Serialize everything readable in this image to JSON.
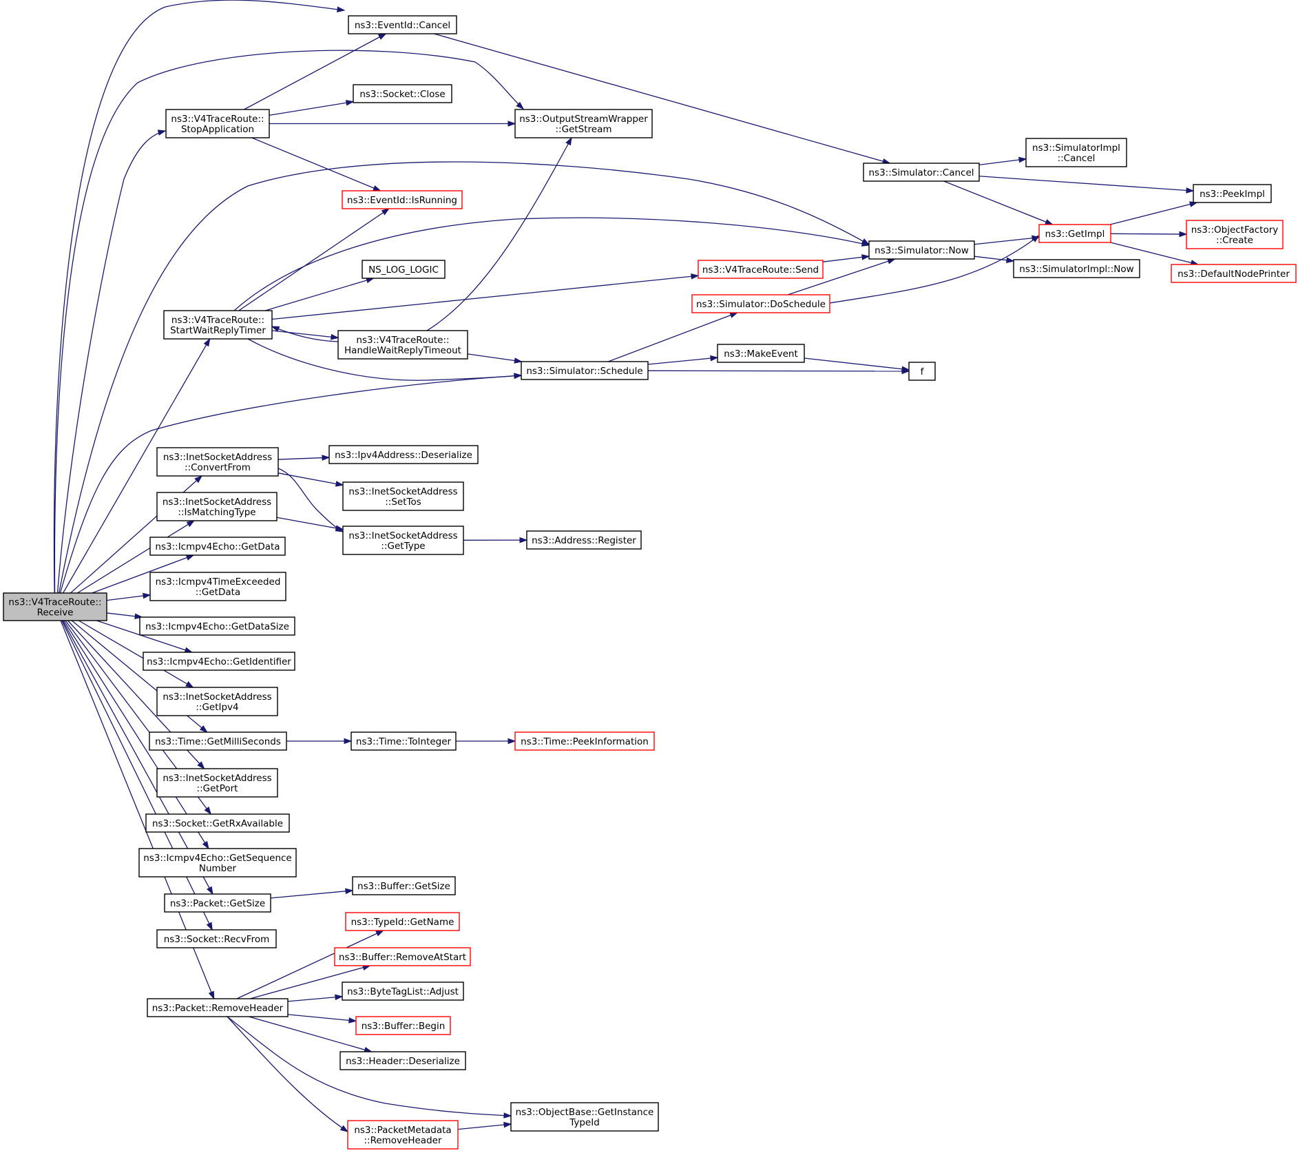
{
  "graph": {
    "edge_color": "#191970",
    "root_fill": "#bfbfbf",
    "truncated_border_color": "#ff0000",
    "nodes": [
      {
        "id": "receive",
        "lines": [
          "ns3::V4TraceRoute::",
          "Receive"
        ],
        "style": "root"
      },
      {
        "id": "eventid_cancel",
        "lines": [
          "ns3::EventId::Cancel"
        ],
        "style": "normal"
      },
      {
        "id": "stop_app",
        "lines": [
          "ns3::V4TraceRoute::",
          "StopApplication"
        ],
        "style": "normal"
      },
      {
        "id": "socket_close",
        "lines": [
          "ns3::Socket::Close"
        ],
        "style": "normal"
      },
      {
        "id": "getstream",
        "lines": [
          "ns3::OutputStreamWrapper",
          "::GetStream"
        ],
        "style": "normal"
      },
      {
        "id": "isrunning",
        "lines": [
          "ns3::EventId::IsRunning"
        ],
        "style": "red"
      },
      {
        "id": "sim_cancel",
        "lines": [
          "ns3::Simulator::Cancel"
        ],
        "style": "normal"
      },
      {
        "id": "simimpl_cancel",
        "lines": [
          "ns3::SimulatorImpl",
          "::Cancel"
        ],
        "style": "normal"
      },
      {
        "id": "peekimpl",
        "lines": [
          "ns3::PeekImpl"
        ],
        "style": "normal"
      },
      {
        "id": "getimpl",
        "lines": [
          "ns3::GetImpl"
        ],
        "style": "red"
      },
      {
        "id": "objfactory_create",
        "lines": [
          "ns3::ObjectFactory",
          "::Create"
        ],
        "style": "red"
      },
      {
        "id": "defaultnodeprinter",
        "lines": [
          "ns3::DefaultNodePrinter"
        ],
        "style": "red"
      },
      {
        "id": "sim_now",
        "lines": [
          "ns3::Simulator::Now"
        ],
        "style": "normal"
      },
      {
        "id": "simimpl_now",
        "lines": [
          "ns3::SimulatorImpl::Now"
        ],
        "style": "normal"
      },
      {
        "id": "ns_log_logic",
        "lines": [
          "NS_LOG_LOGIC"
        ],
        "style": "normal"
      },
      {
        "id": "tr_send",
        "lines": [
          "ns3::V4TraceRoute::Send"
        ],
        "style": "red"
      },
      {
        "id": "sim_doschedule",
        "lines": [
          "ns3::Simulator::DoSchedule"
        ],
        "style": "red"
      },
      {
        "id": "start_wait",
        "lines": [
          "ns3::V4TraceRoute::",
          "StartWaitReplyTimer"
        ],
        "style": "normal"
      },
      {
        "id": "handle_wait",
        "lines": [
          "ns3::V4TraceRoute::",
          "HandleWaitReplyTimeout"
        ],
        "style": "normal"
      },
      {
        "id": "makeevent",
        "lines": [
          "ns3::MakeEvent"
        ],
        "style": "normal"
      },
      {
        "id": "sim_schedule",
        "lines": [
          "ns3::Simulator::Schedule"
        ],
        "style": "normal"
      },
      {
        "id": "f",
        "lines": [
          "f"
        ],
        "style": "normal"
      },
      {
        "id": "convertfrom",
        "lines": [
          "ns3::InetSocketAddress",
          "::ConvertFrom"
        ],
        "style": "normal"
      },
      {
        "id": "ipv4_deserialize",
        "lines": [
          "ns3::Ipv4Address::Deserialize"
        ],
        "style": "normal"
      },
      {
        "id": "settos",
        "lines": [
          "ns3::InetSocketAddress",
          "::SetTos"
        ],
        "style": "normal"
      },
      {
        "id": "ismatchingtype",
        "lines": [
          "ns3::InetSocketAddress",
          "::IsMatchingType"
        ],
        "style": "normal"
      },
      {
        "id": "gettype",
        "lines": [
          "ns3::InetSocketAddress",
          "::GetType"
        ],
        "style": "normal"
      },
      {
        "id": "addr_register",
        "lines": [
          "ns3::Address::Register"
        ],
        "style": "normal"
      },
      {
        "id": "echo_getdata",
        "lines": [
          "ns3::Icmpv4Echo::GetData"
        ],
        "style": "normal"
      },
      {
        "id": "timeexceeded_getdata",
        "lines": [
          "ns3::Icmpv4TimeExceeded",
          "::GetData"
        ],
        "style": "normal"
      },
      {
        "id": "echo_getdatasize",
        "lines": [
          "ns3::Icmpv4Echo::GetDataSize"
        ],
        "style": "normal"
      },
      {
        "id": "echo_getidentifier",
        "lines": [
          "ns3::Icmpv4Echo::GetIdentifier"
        ],
        "style": "normal"
      },
      {
        "id": "getipv4",
        "lines": [
          "ns3::InetSocketAddress",
          "::GetIpv4"
        ],
        "style": "normal"
      },
      {
        "id": "getmilliseconds",
        "lines": [
          "ns3::Time::GetMilliSeconds"
        ],
        "style": "normal"
      },
      {
        "id": "tointeger",
        "lines": [
          "ns3::Time::ToInteger"
        ],
        "style": "normal"
      },
      {
        "id": "peekinformation",
        "lines": [
          "ns3::Time::PeekInformation"
        ],
        "style": "red"
      },
      {
        "id": "getport",
        "lines": [
          "ns3::InetSocketAddress",
          "::GetPort"
        ],
        "style": "normal"
      },
      {
        "id": "getrxavailable",
        "lines": [
          "ns3::Socket::GetRxAvailable"
        ],
        "style": "normal"
      },
      {
        "id": "echo_getsequence",
        "lines": [
          "ns3::Icmpv4Echo::GetSequence",
          "Number"
        ],
        "style": "normal"
      },
      {
        "id": "packet_getsize",
        "lines": [
          "ns3::Packet::GetSize"
        ],
        "style": "normal"
      },
      {
        "id": "buffer_getsize",
        "lines": [
          "ns3::Buffer::GetSize"
        ],
        "style": "normal"
      },
      {
        "id": "recvfrom",
        "lines": [
          "ns3::Socket::RecvFrom"
        ],
        "style": "normal"
      },
      {
        "id": "removeheader",
        "lines": [
          "ns3::Packet::RemoveHeader"
        ],
        "style": "normal"
      },
      {
        "id": "typeid_getname",
        "lines": [
          "ns3::TypeId::GetName"
        ],
        "style": "red"
      },
      {
        "id": "buffer_removeatstart",
        "lines": [
          "ns3::Buffer::RemoveAtStart"
        ],
        "style": "red"
      },
      {
        "id": "bytetaglist_adjust",
        "lines": [
          "ns3::ByteTagList::Adjust"
        ],
        "style": "normal"
      },
      {
        "id": "buffer_begin",
        "lines": [
          "ns3::Buffer::Begin"
        ],
        "style": "red"
      },
      {
        "id": "header_deserialize",
        "lines": [
          "ns3::Header::Deserialize"
        ],
        "style": "normal"
      },
      {
        "id": "getinstancetypeid",
        "lines": [
          "ns3::ObjectBase::GetInstance",
          "TypeId"
        ],
        "style": "normal"
      },
      {
        "id": "pm_removeheader",
        "lines": [
          "ns3::PacketMetadata",
          "::RemoveHeader"
        ],
        "style": "red"
      }
    ],
    "edges": [
      [
        "receive",
        "eventid_cancel"
      ],
      [
        "receive",
        "getstream"
      ],
      [
        "receive",
        "stop_app"
      ],
      [
        "receive",
        "sim_now"
      ],
      [
        "receive",
        "start_wait"
      ],
      [
        "receive",
        "sim_schedule"
      ],
      [
        "receive",
        "convertfrom"
      ],
      [
        "receive",
        "ismatchingtype"
      ],
      [
        "receive",
        "echo_getdata"
      ],
      [
        "receive",
        "timeexceeded_getdata"
      ],
      [
        "receive",
        "echo_getdatasize"
      ],
      [
        "receive",
        "echo_getidentifier"
      ],
      [
        "receive",
        "getipv4"
      ],
      [
        "receive",
        "getmilliseconds"
      ],
      [
        "receive",
        "getport"
      ],
      [
        "receive",
        "getrxavailable"
      ],
      [
        "receive",
        "echo_getsequence"
      ],
      [
        "receive",
        "packet_getsize"
      ],
      [
        "receive",
        "recvfrom"
      ],
      [
        "receive",
        "removeheader"
      ],
      [
        "stop_app",
        "eventid_cancel"
      ],
      [
        "stop_app",
        "socket_close"
      ],
      [
        "stop_app",
        "getstream"
      ],
      [
        "stop_app",
        "isrunning"
      ],
      [
        "eventid_cancel",
        "sim_cancel"
      ],
      [
        "sim_cancel",
        "simimpl_cancel"
      ],
      [
        "sim_cancel",
        "peekimpl"
      ],
      [
        "sim_cancel",
        "getimpl"
      ],
      [
        "getimpl",
        "peekimpl"
      ],
      [
        "getimpl",
        "objfactory_create"
      ],
      [
        "getimpl",
        "defaultnodeprinter"
      ],
      [
        "sim_now",
        "getimpl"
      ],
      [
        "sim_now",
        "simimpl_now"
      ],
      [
        "start_wait",
        "isrunning"
      ],
      [
        "start_wait",
        "sim_now"
      ],
      [
        "start_wait",
        "ns_log_logic"
      ],
      [
        "start_wait",
        "tr_send"
      ],
      [
        "start_wait",
        "handle_wait"
      ],
      [
        "start_wait",
        "sim_schedule"
      ],
      [
        "handle_wait",
        "getstream"
      ],
      [
        "handle_wait",
        "start_wait"
      ],
      [
        "handle_wait",
        "sim_schedule"
      ],
      [
        "tr_send",
        "sim_now"
      ],
      [
        "sim_schedule",
        "sim_doschedule"
      ],
      [
        "sim_schedule",
        "makeevent"
      ],
      [
        "sim_schedule",
        "f"
      ],
      [
        "sim_doschedule",
        "sim_now"
      ],
      [
        "sim_doschedule",
        "getimpl"
      ],
      [
        "makeevent",
        "f"
      ],
      [
        "convertfrom",
        "ipv4_deserialize"
      ],
      [
        "convertfrom",
        "settos"
      ],
      [
        "convertfrom",
        "gettype"
      ],
      [
        "ismatchingtype",
        "gettype"
      ],
      [
        "gettype",
        "addr_register"
      ],
      [
        "getmilliseconds",
        "tointeger"
      ],
      [
        "tointeger",
        "peekinformation"
      ],
      [
        "packet_getsize",
        "buffer_getsize"
      ],
      [
        "removeheader",
        "typeid_getname"
      ],
      [
        "removeheader",
        "buffer_removeatstart"
      ],
      [
        "removeheader",
        "bytetaglist_adjust"
      ],
      [
        "removeheader",
        "buffer_begin"
      ],
      [
        "removeheader",
        "header_deserialize"
      ],
      [
        "removeheader",
        "getinstancetypeid"
      ],
      [
        "removeheader",
        "pm_removeheader"
      ],
      [
        "pm_removeheader",
        "getinstancetypeid"
      ]
    ]
  }
}
